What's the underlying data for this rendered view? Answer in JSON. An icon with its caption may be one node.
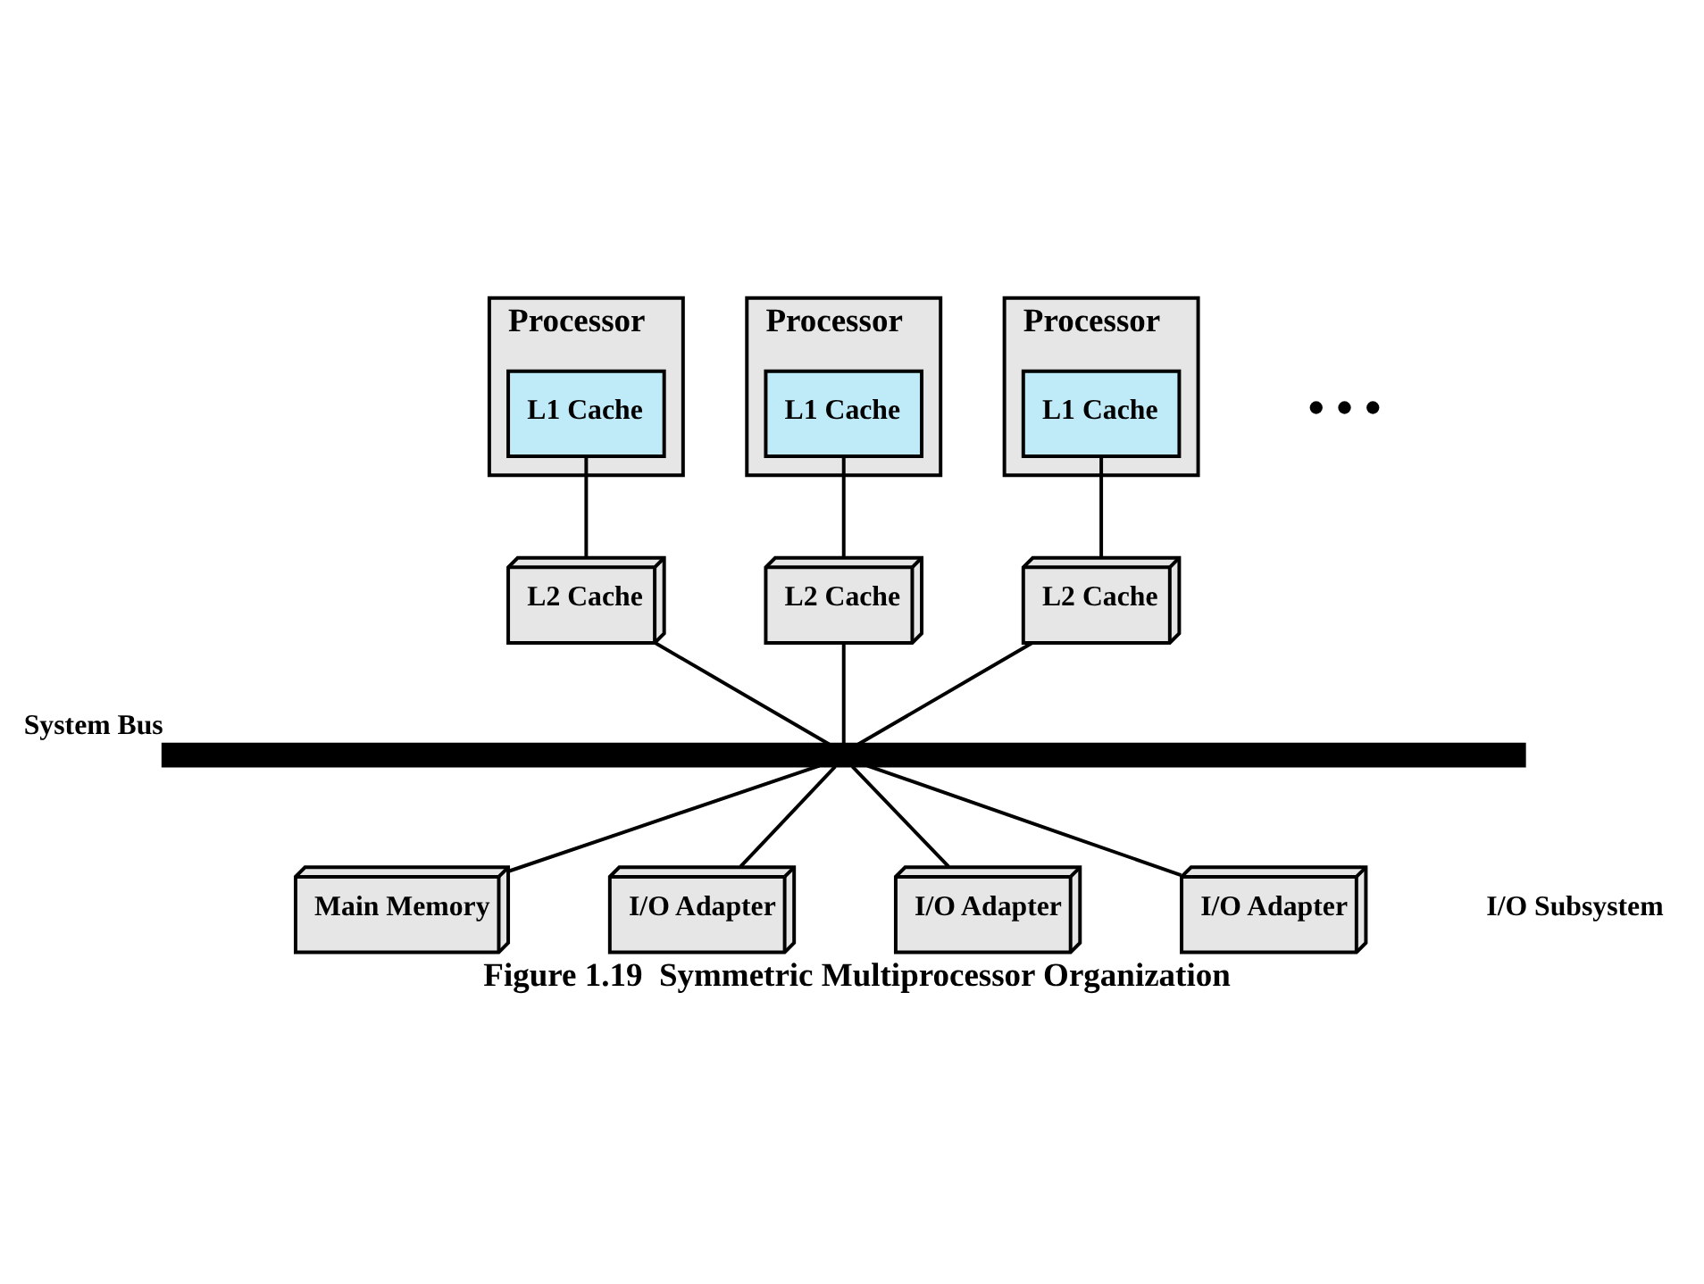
{
  "diagram": {
    "caption": "Figure 1.19  Symmetric Multiprocessor Organization",
    "nodes": [
      {
        "text": [
          "Processor"
        ]
      },
      {
        "text": [
          "L1 Cache"
        ],
        "in": 0
      },
      {
        "text": [
          "Processor"
        ]
      },
      {
        "text": [
          "L1 Cache"
        ],
        "in": 2
      },
      {
        "text": [
          "Processor"
        ]
      },
      {
        "text": [
          "L1 Cache"
        ],
        "in": 4
      },
      {
        "text": [
          "L2 Cache"
        ]
      },
      {
        "text": [
          "L2 Cache"
        ]
      },
      {
        "text": [
          "L2 Cache"
        ]
      },
      {
        "text": [],
        "shape": "bar",
        "beside": [
          "System Bus"
        ]
      },
      {
        "text": [
          "Main Memory"
        ]
      },
      {
        "text": [
          "I/O Adapter"
        ]
      },
      {
        "text": [
          "I/O Adapter"
        ]
      },
      {
        "text": [
          "I/O Adapter"
        ]
      }
    ],
    "edges": [
      {
        "from": 1,
        "to": 6,
        "arrow": "none"
      },
      {
        "from": 3,
        "to": 7,
        "arrow": "none"
      },
      {
        "from": 5,
        "to": 8,
        "arrow": "none"
      },
      {
        "from": 6,
        "to": 9,
        "arrow": "none"
      },
      {
        "from": 7,
        "to": 9,
        "arrow": "none"
      },
      {
        "from": 8,
        "to": 9,
        "arrow": "none"
      },
      {
        "from": 9,
        "to": 10,
        "arrow": "none"
      },
      {
        "from": 9,
        "to": 11,
        "arrow": "none"
      },
      {
        "from": 9,
        "to": 12,
        "arrow": "none"
      },
      {
        "from": 9,
        "to": 13,
        "arrow": "none"
      }
    ],
    "labels": [
      "• • •",
      "I/O Subsystem"
    ]
  }
}
